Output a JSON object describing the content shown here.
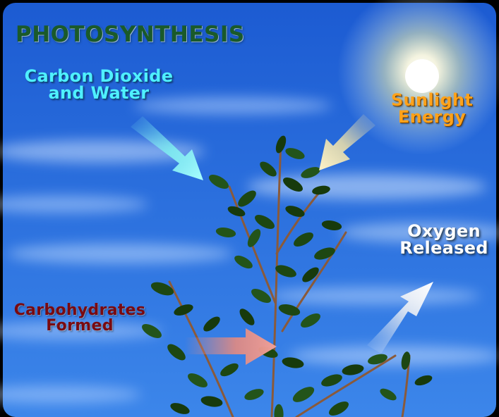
{
  "diagram": {
    "title": "PHOTOSYNTHESIS",
    "inputs": {
      "co2_water": [
        "Carbon Dioxide",
        "and Water"
      ],
      "sunlight": [
        "Sunlight",
        "Energy"
      ]
    },
    "outputs": {
      "oxygen": [
        "Oxygen",
        "Released"
      ],
      "carbohydrates": [
        "Carbohydrates",
        "Formed"
      ]
    }
  },
  "colors": {
    "sky_top": "#1e5fd6",
    "sky_bottom": "#3b84e8",
    "title": "#1a5a2a",
    "co2_label": "#4ff0ff",
    "sunlight_label": "#ffa21a",
    "oxygen_label": "#ffffff",
    "carbohydrates_label": "#7a0a10",
    "arrow_co2": "#7ff0f0",
    "arrow_sun": "#f0e2a8",
    "arrow_o2": "#f4f4f4",
    "arrow_carb": "#e48a80",
    "leaf": "#1f4a12",
    "stem": "#8a5a3a"
  }
}
